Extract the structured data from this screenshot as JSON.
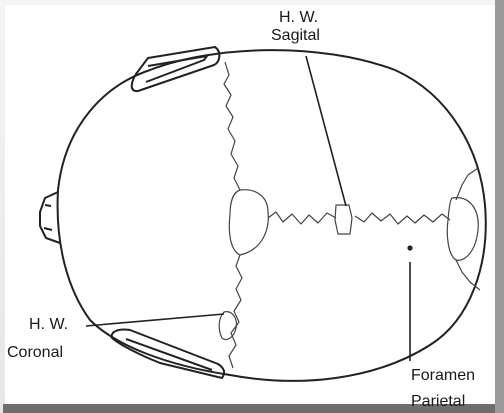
{
  "labels": {
    "sagital_line1": "H. W.",
    "sagital_line2": "Sagital",
    "coronal_line1": "H. W.",
    "coronal_line2": "Coronal",
    "foramen_line1": "Foramen",
    "foramen_line2": "Parietal"
  }
}
